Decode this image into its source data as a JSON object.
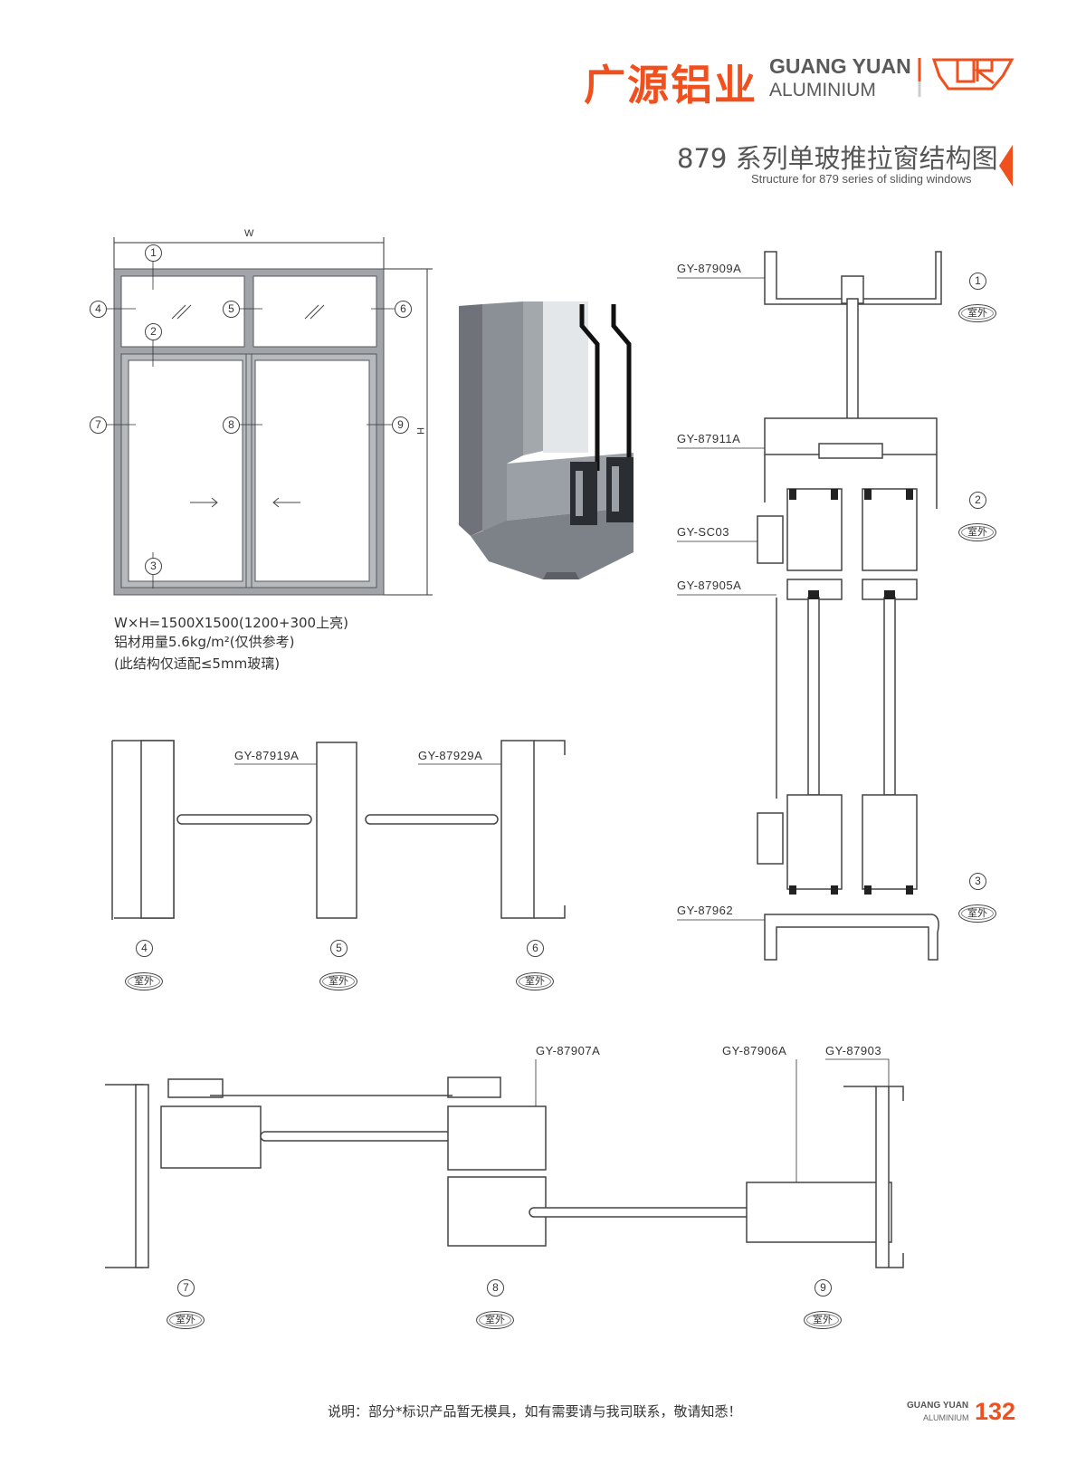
{
  "header": {
    "brand_cn": "广源铝业",
    "brand_en_line1": "GUANG YUAN",
    "brand_en_line2": "ALUMINIUM",
    "logo_mark": "CR",
    "title": "879 系列单玻推拉窗结构图",
    "subtitle": "Structure for 879 series of sliding windows",
    "accent_color": "#f0501e"
  },
  "elevation": {
    "width_label": "W",
    "height_label": "H",
    "markers": [
      "1",
      "2",
      "3",
      "4",
      "5",
      "6",
      "7",
      "8",
      "9"
    ],
    "specs": [
      "W×H=1500X1500(1200+300上亮)",
      "铝材用量5.6kg/m²(仅供参考)",
      "(此结构仅适配≤5mm玻璃)"
    ]
  },
  "vertical_section": {
    "profiles": [
      "GY-87909A",
      "GY-87911A",
      "GY-SC03",
      "GY-87905A",
      "GY-87962"
    ],
    "markers": [
      "1",
      "2",
      "3"
    ],
    "outside_label": "室外"
  },
  "transom_section": {
    "profiles": [
      "GY-87919A",
      "GY-87929A"
    ],
    "markers": [
      "4",
      "5",
      "6"
    ],
    "outside_label": "室外"
  },
  "horizontal_section": {
    "profiles": [
      "GY-87907A",
      "GY-87906A",
      "GY-87903"
    ],
    "markers": [
      "7",
      "8",
      "9"
    ],
    "outside_label": "室外"
  },
  "footer": {
    "note": "说明：部分*标识产品暂无模具，如有需要请与我司联系，敬请知悉！",
    "brand_line1": "GUANG YUAN",
    "brand_line2": "ALUMINIUM",
    "page_number": "132"
  }
}
